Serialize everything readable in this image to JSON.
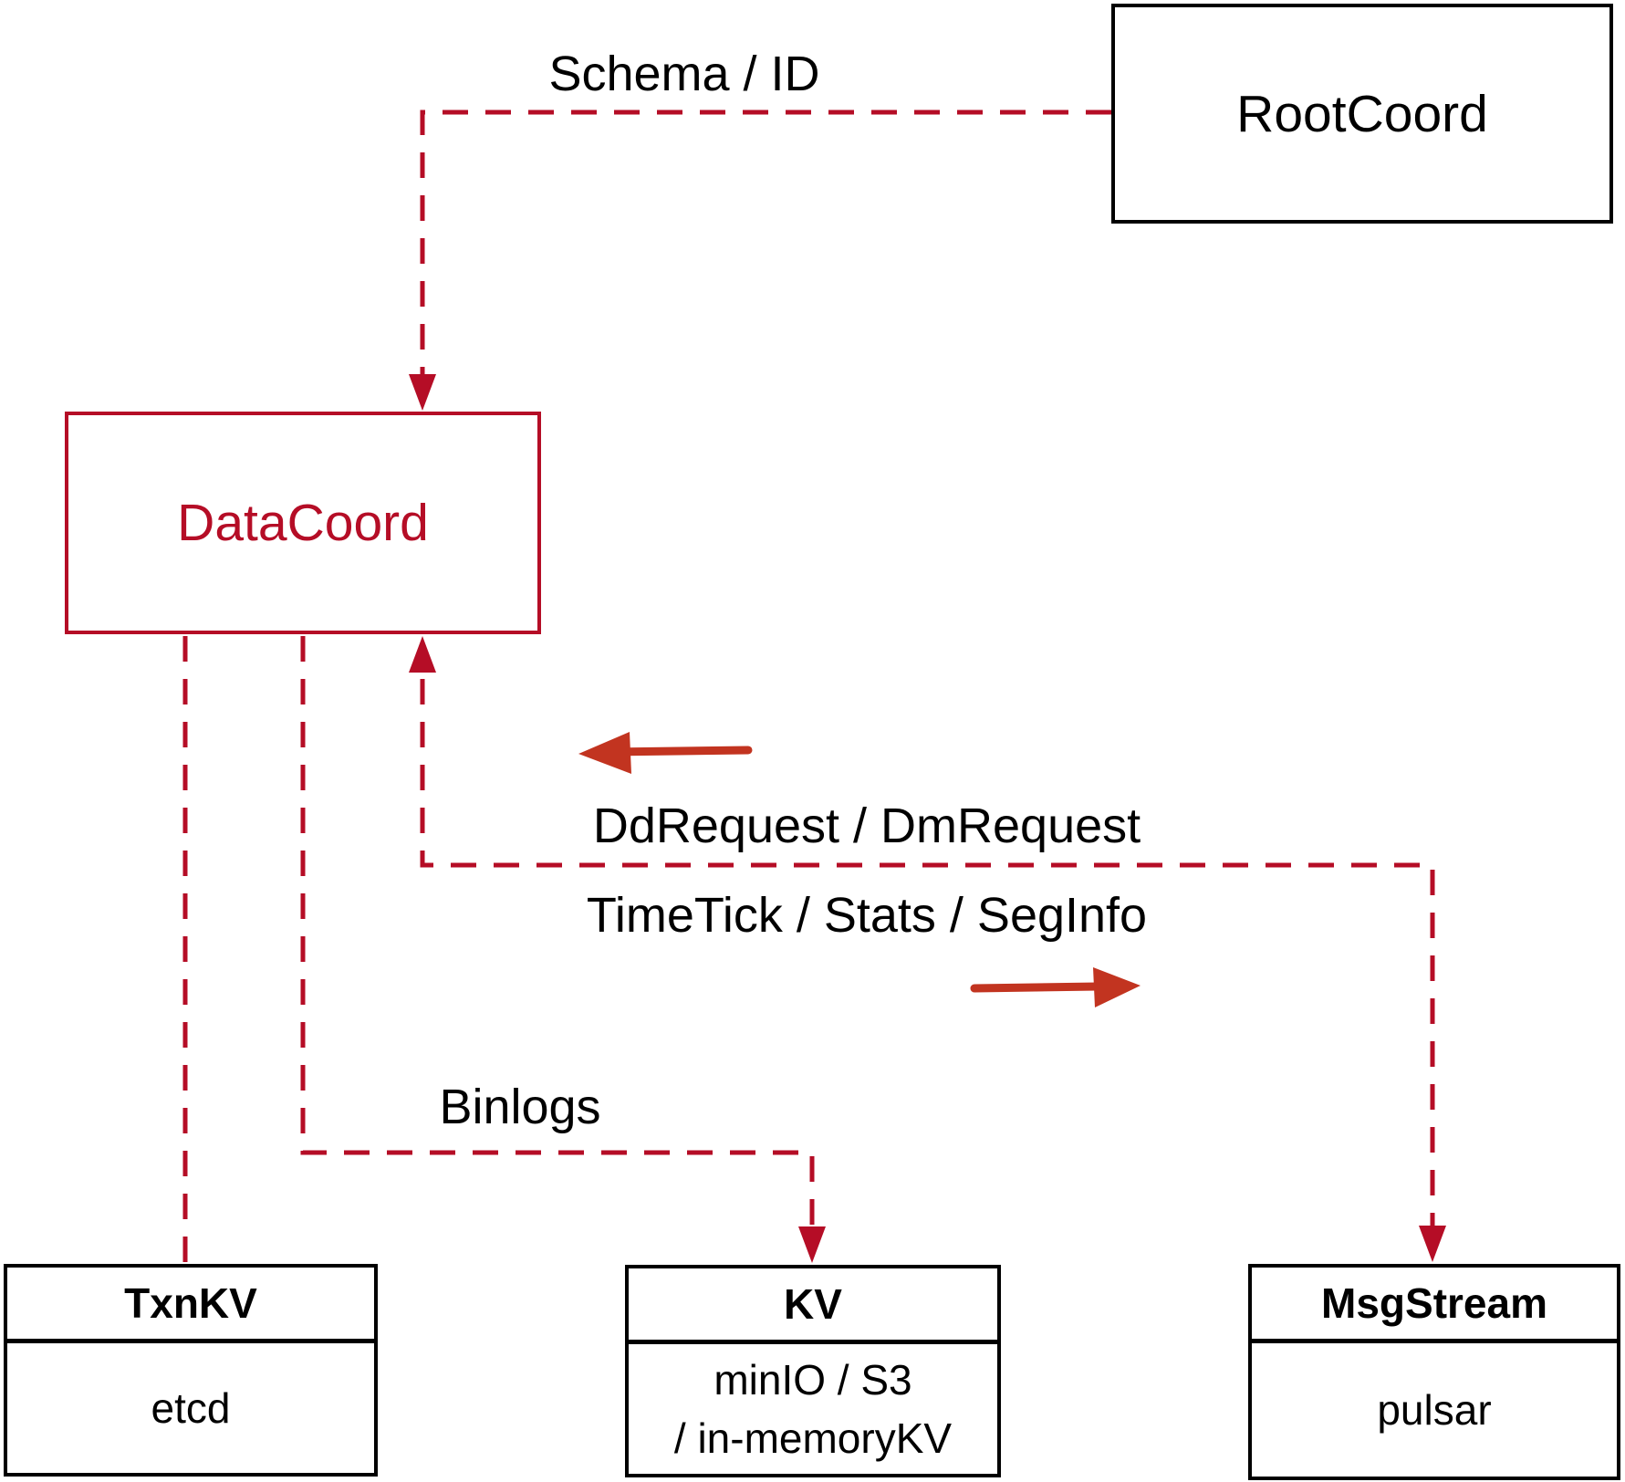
{
  "diagram": {
    "nodes": {
      "rootcoord": {
        "label": "RootCoord"
      },
      "datacoord": {
        "label": "DataCoord"
      },
      "txnkv": {
        "title": "TxnKV",
        "impl": "etcd"
      },
      "kv": {
        "title": "KV",
        "impl_line1": "minIO / S3",
        "impl_line2": "/ in-memoryKV"
      },
      "msgstream": {
        "title": "MsgStream",
        "impl": "pulsar"
      }
    },
    "edge_labels": {
      "schema_id": "Schema / ID",
      "dd_dm_request": "DdRequest / DmRequest",
      "timetick_stats_seginfo": "TimeTick / Stats / SegInfo",
      "binlogs": "Binlogs"
    },
    "colors": {
      "line_red": "#b50d26",
      "arrow_red": "#c23420",
      "box_black": "#000000"
    }
  }
}
